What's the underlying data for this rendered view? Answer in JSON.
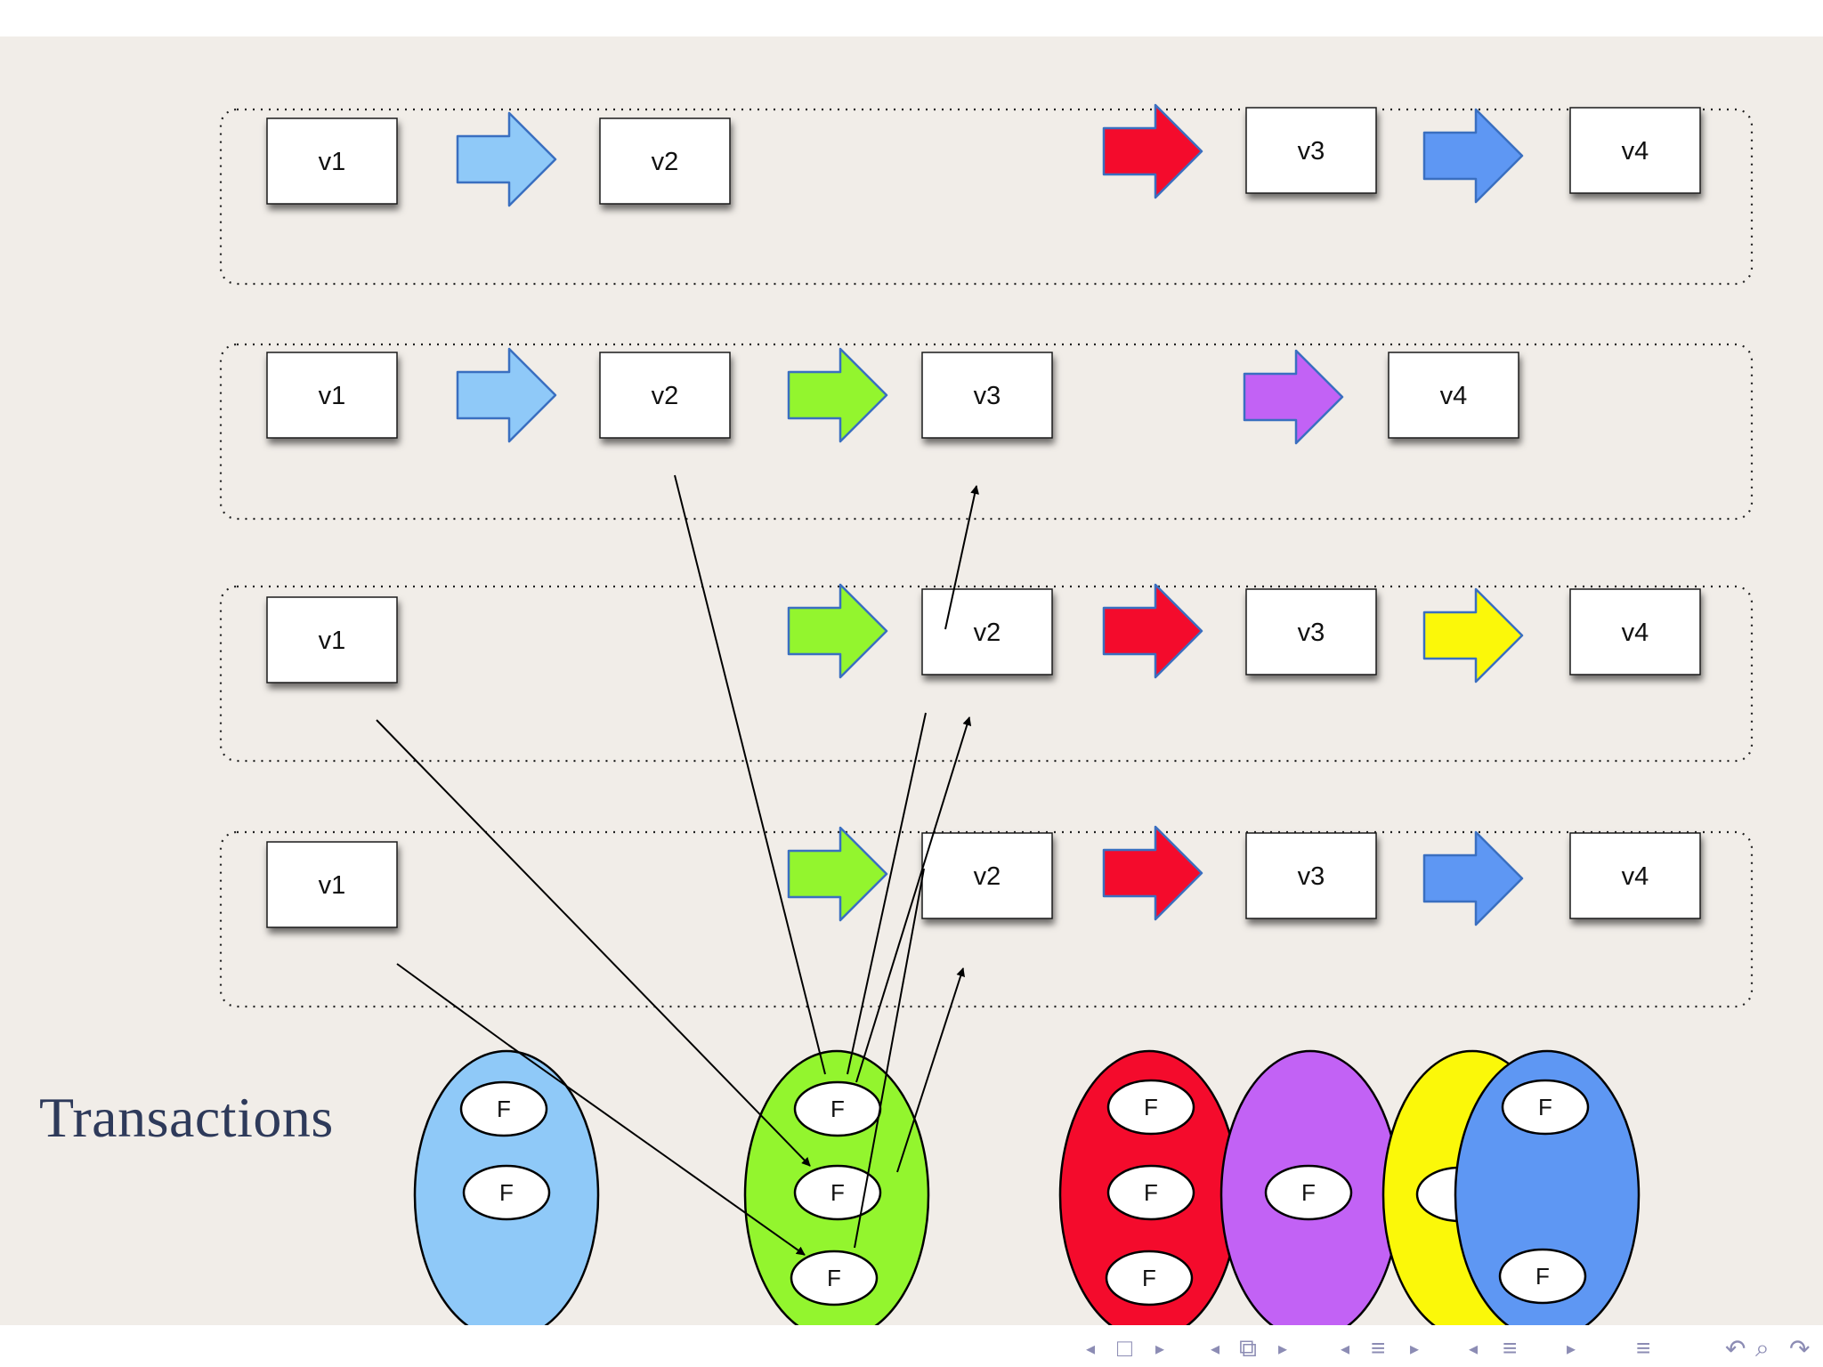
{
  "caption": "Transactions",
  "colors": {
    "light_blue": "#8fc9f8",
    "green": "#93f52e",
    "red": "#f40b2c",
    "purple": "#c262f5",
    "yellow": "#fbf809",
    "blue": "#5e97f3",
    "stroke": "#3a6fc0"
  },
  "rows": [
    {
      "boxes": [
        "v1",
        "v2",
        "v3",
        "v4"
      ],
      "arrows": [
        "light_blue",
        "red",
        "blue"
      ]
    },
    {
      "boxes": [
        "v1",
        "v2",
        "v3",
        "v4"
      ],
      "arrows": [
        "light_blue",
        "green",
        "purple"
      ]
    },
    {
      "boxes": [
        "v1",
        "v2",
        "v3",
        "v4"
      ],
      "arrows": [
        "green",
        "red",
        "yellow"
      ]
    },
    {
      "boxes": [
        "v1",
        "v2",
        "v3",
        "v4"
      ],
      "arrows": [
        "green",
        "red",
        "blue"
      ]
    }
  ],
  "transactions": [
    {
      "color": "light_blue",
      "nodes": [
        "F",
        "F"
      ]
    },
    {
      "color": "green",
      "nodes": [
        "F",
        "F",
        "F"
      ]
    },
    {
      "color": "red",
      "nodes": [
        "F",
        "F",
        "F"
      ]
    },
    {
      "color": "purple",
      "nodes": [
        "F"
      ]
    },
    {
      "color": "yellow",
      "nodes": [
        "F"
      ]
    },
    {
      "color": "blue",
      "nodes": [
        "F",
        "F"
      ]
    }
  ],
  "nav_icons": [
    "nav-prev-slide-icon",
    "nav-frame-icon",
    "nav-next-slide-icon",
    "nav-prev-subsection-icon",
    "nav-subsection-icon",
    "nav-next-subsection-icon",
    "nav-prev-section-icon",
    "nav-section-icon",
    "nav-next-section-icon",
    "nav-toc-icon",
    "nav-back-icon",
    "nav-search-icon",
    "nav-forward-icon"
  ]
}
